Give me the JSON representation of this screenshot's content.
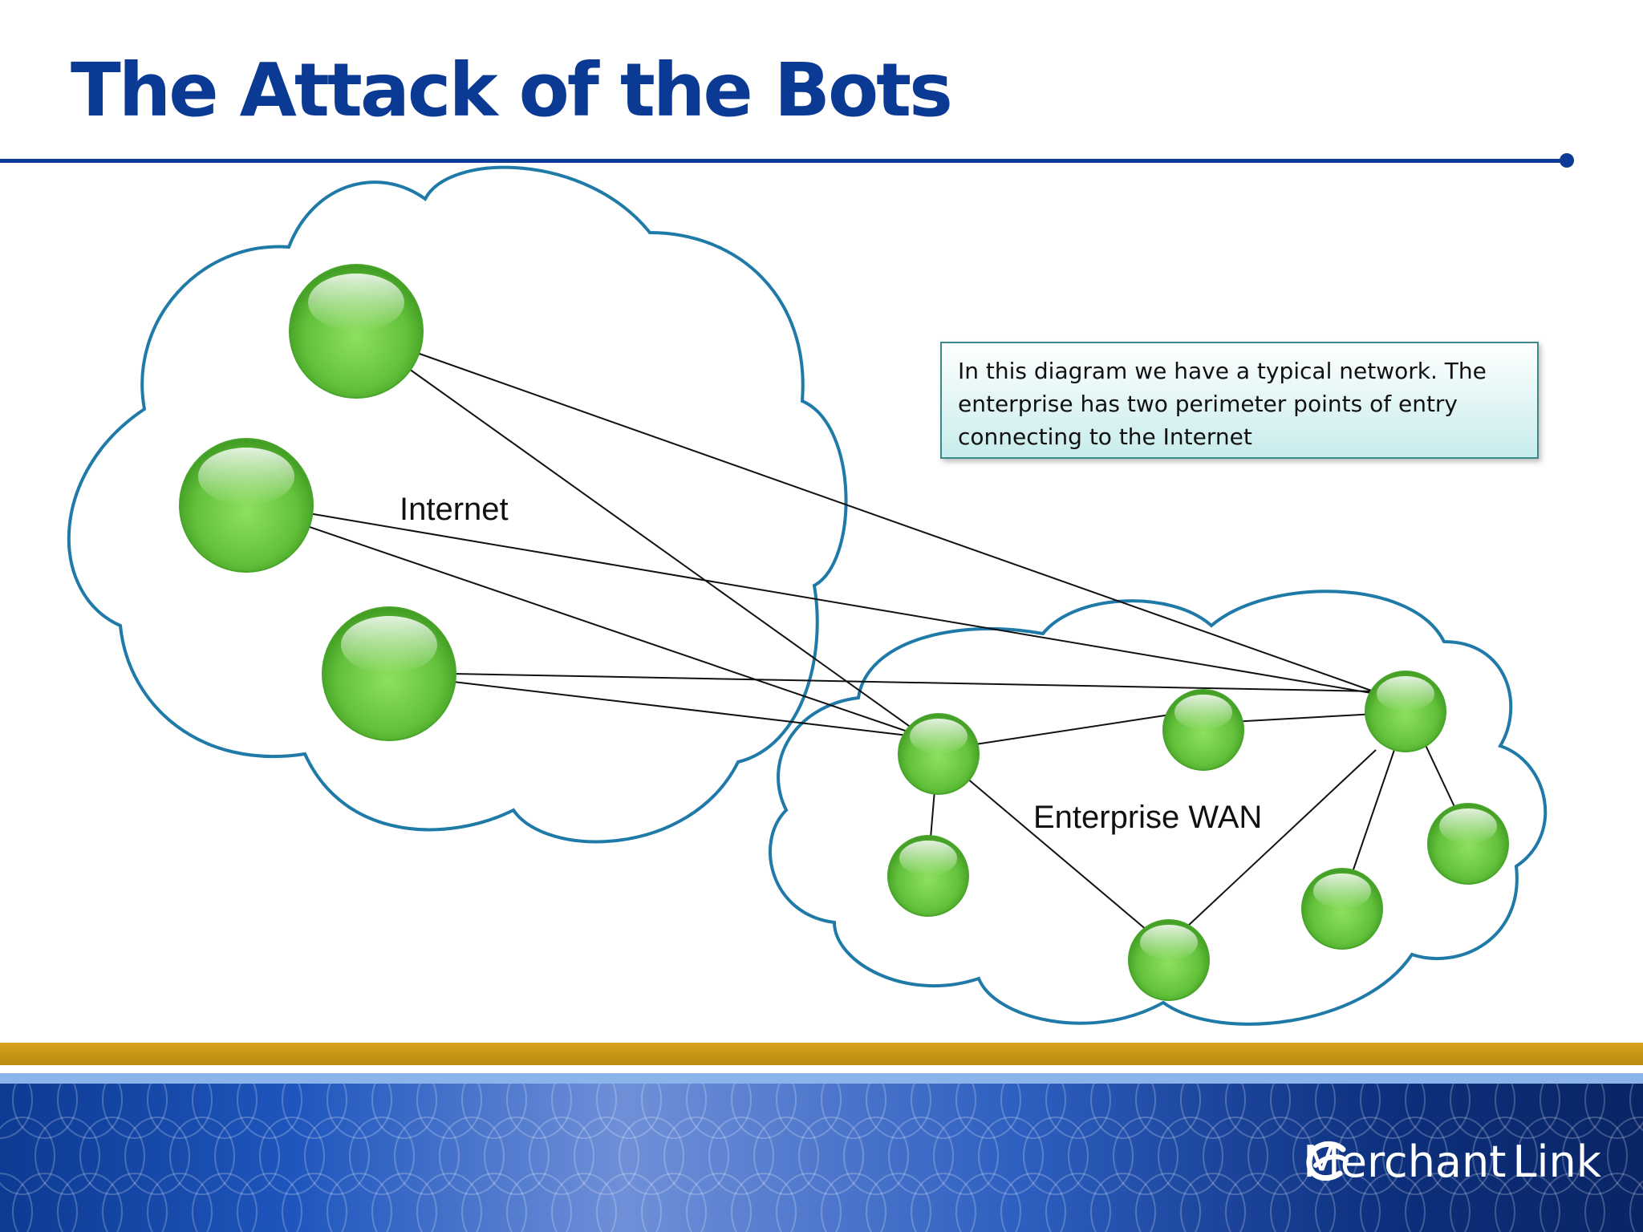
{
  "slide": {
    "title": "The Attack of the Bots"
  },
  "diagram": {
    "clouds": [
      {
        "id": "internet",
        "label": "Internet"
      },
      {
        "id": "enterprise",
        "label": "Enterprise WAN"
      }
    ],
    "callout": "In this diagram we have a typical network. The enterprise has two perimeter points of entry connecting to the Internet"
  },
  "footer": {
    "logo_left": "Merchant",
    "logo_right": "Link"
  },
  "colors": {
    "title": "#0b3a94",
    "node": "#6dc843",
    "cloud_stroke": "#1f7aa8",
    "gold": "#c9960f",
    "band": "#1f56bd"
  }
}
